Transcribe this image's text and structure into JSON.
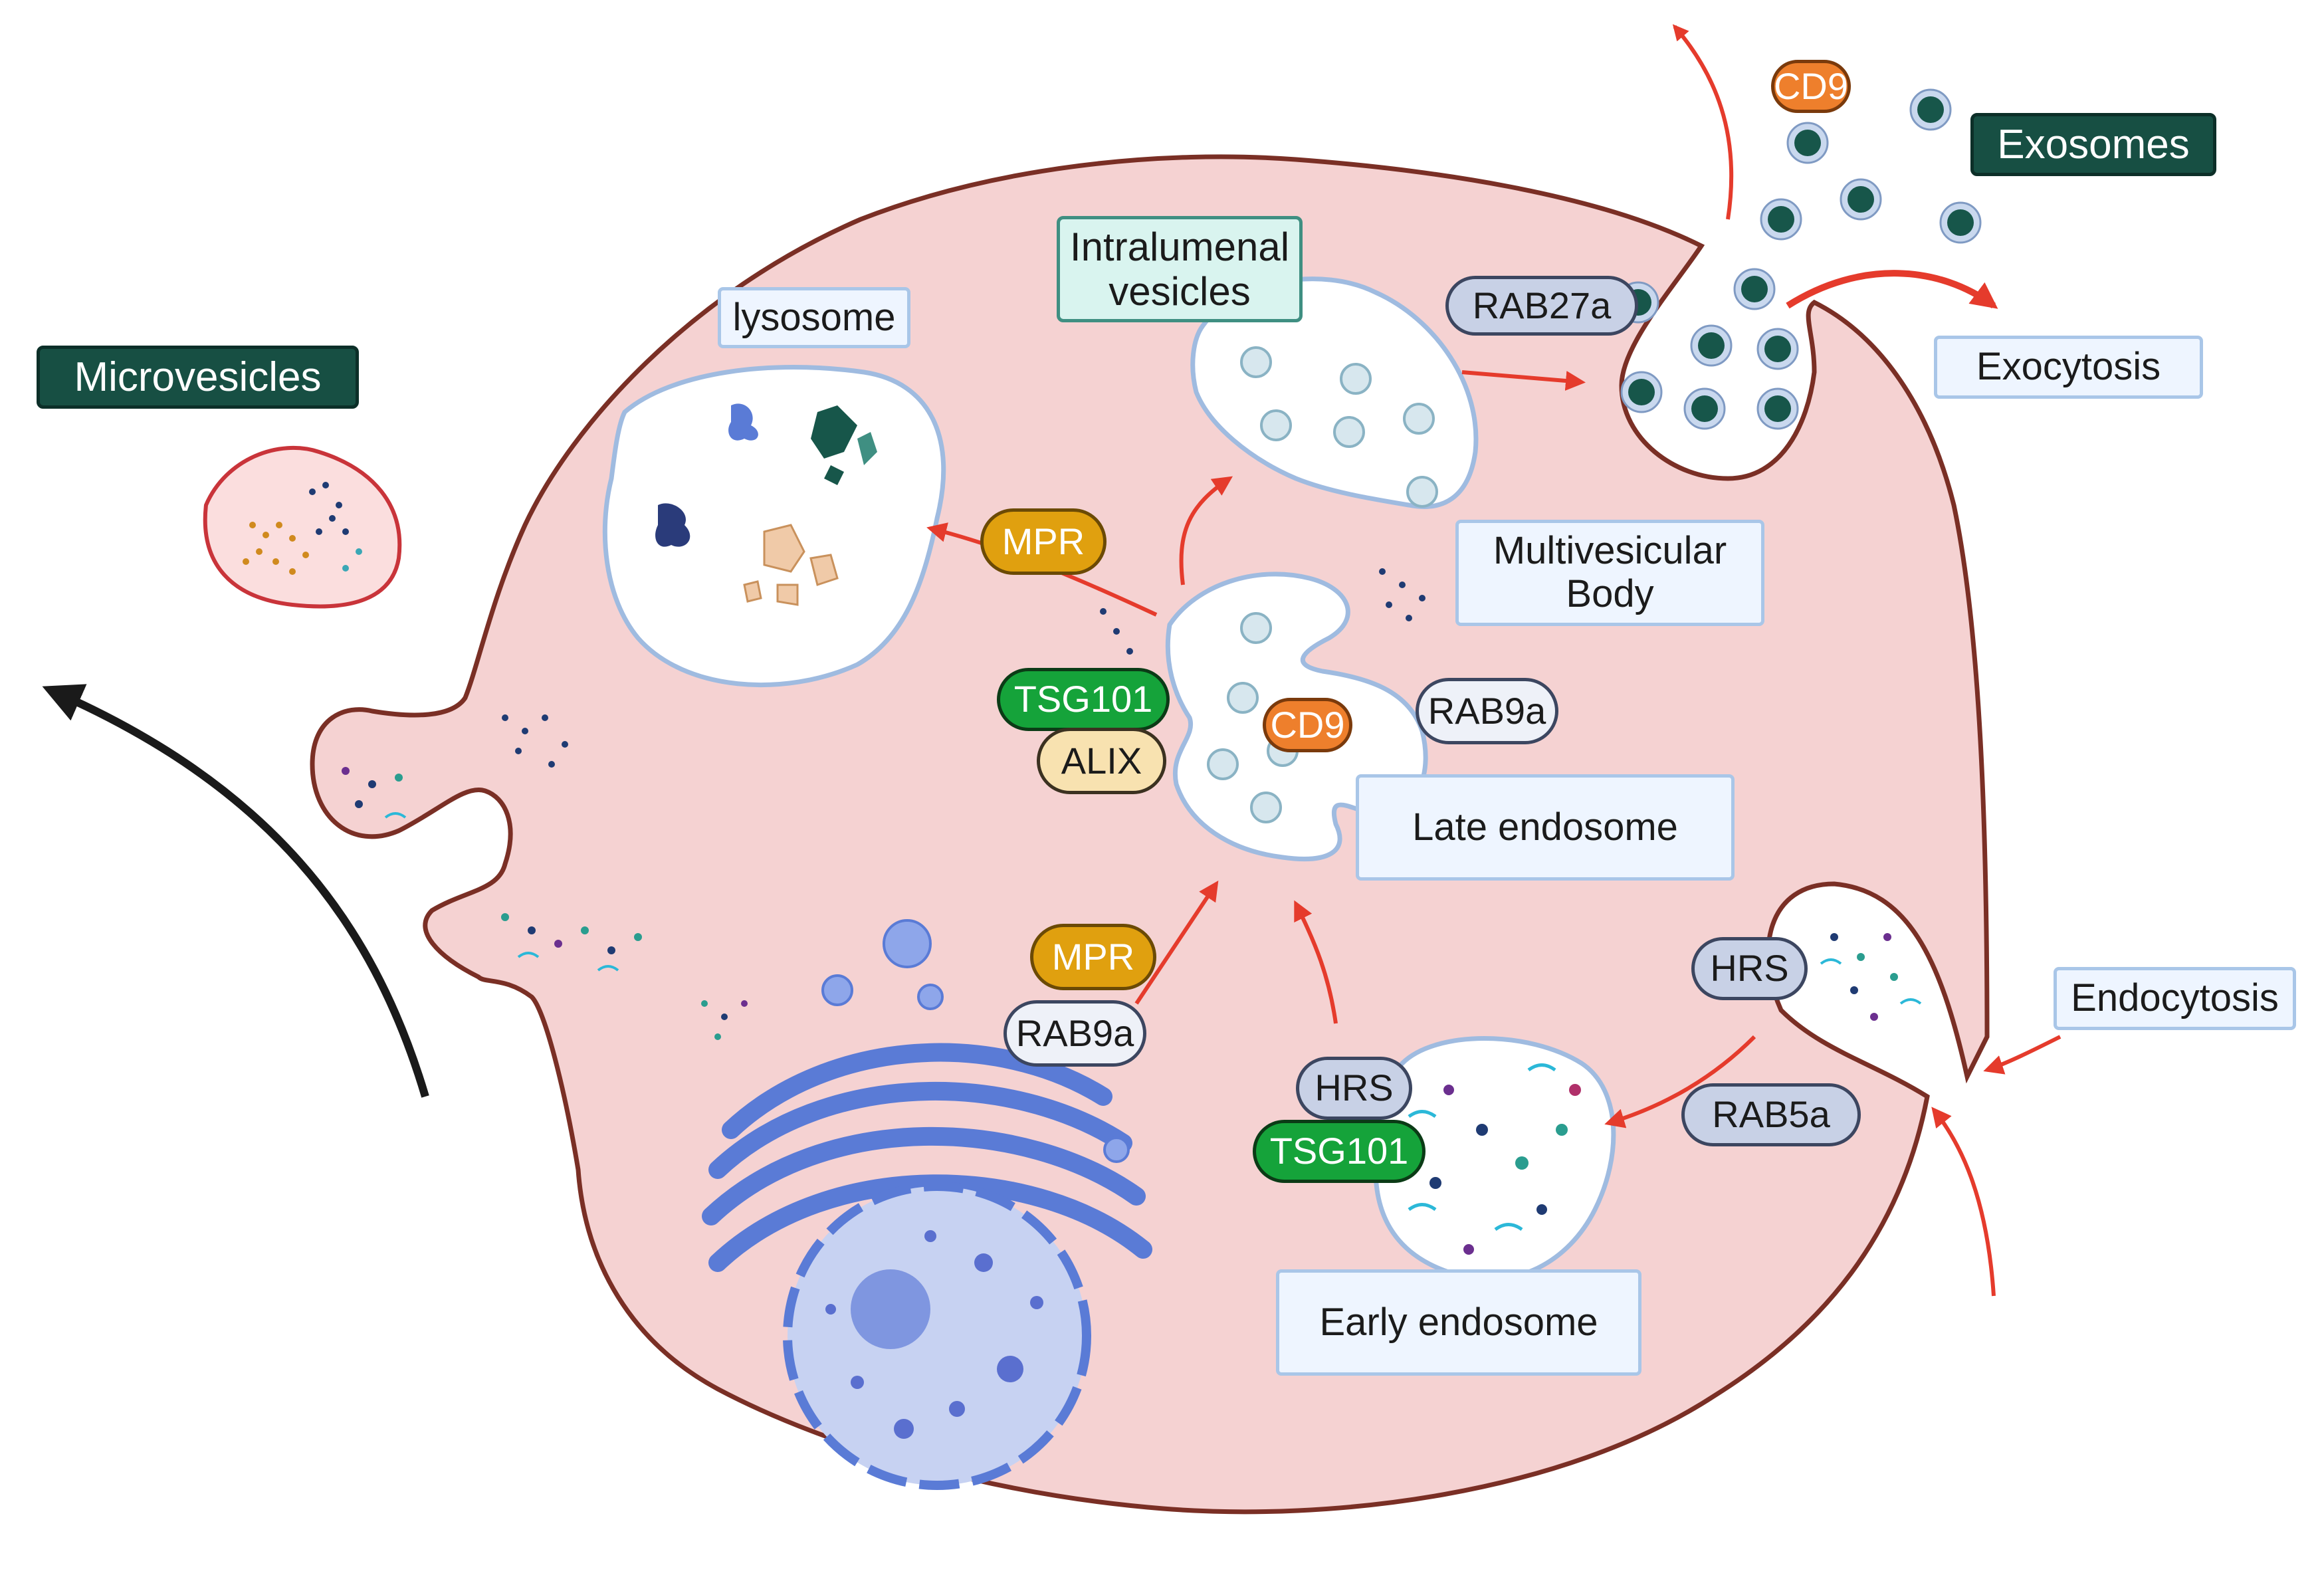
{
  "labels": {
    "microvesicles": "Microvesicles",
    "exosomes": "Exosomes",
    "exocytosis": "Exocytosis",
    "endocytosis": "Endocytosis",
    "lysosome": "lysosome",
    "intralumenal_line1": "Intralumenal",
    "intralumenal_line2": "vesicles",
    "mvb_line1": "Multivesicular",
    "mvb_line2": "Body",
    "late_endosome": "Late endosome",
    "early_endosome": "Early endosome"
  },
  "proteins": {
    "cd9_top": "CD9",
    "cd9_late": "CD9",
    "rab27a": "RAB27a",
    "mpr_lysosome": "MPR",
    "mpr_golgi": "MPR",
    "tsg101_late": "TSG101",
    "alix": "ALIX",
    "rab9a_late": "RAB9a",
    "rab9a_golgi": "RAB9a",
    "hrs_membrane": "HRS",
    "hrs_early": "HRS",
    "tsg101_early": "TSG101",
    "rab5a": "RAB5a"
  },
  "colors": {
    "cell_fill": "#f5d2d2",
    "cell_outline": "#7a2f25",
    "vesicle_fill": "#ffffff",
    "vesicle_outline": "#9fbbe0",
    "arrow_red": "#e53b2c",
    "exosome_core": "#17564a",
    "microvesicle_outline": "#c9343a",
    "golgi_blue": "#5a7bd6",
    "nucleus_fill": "#c7d2f2"
  }
}
